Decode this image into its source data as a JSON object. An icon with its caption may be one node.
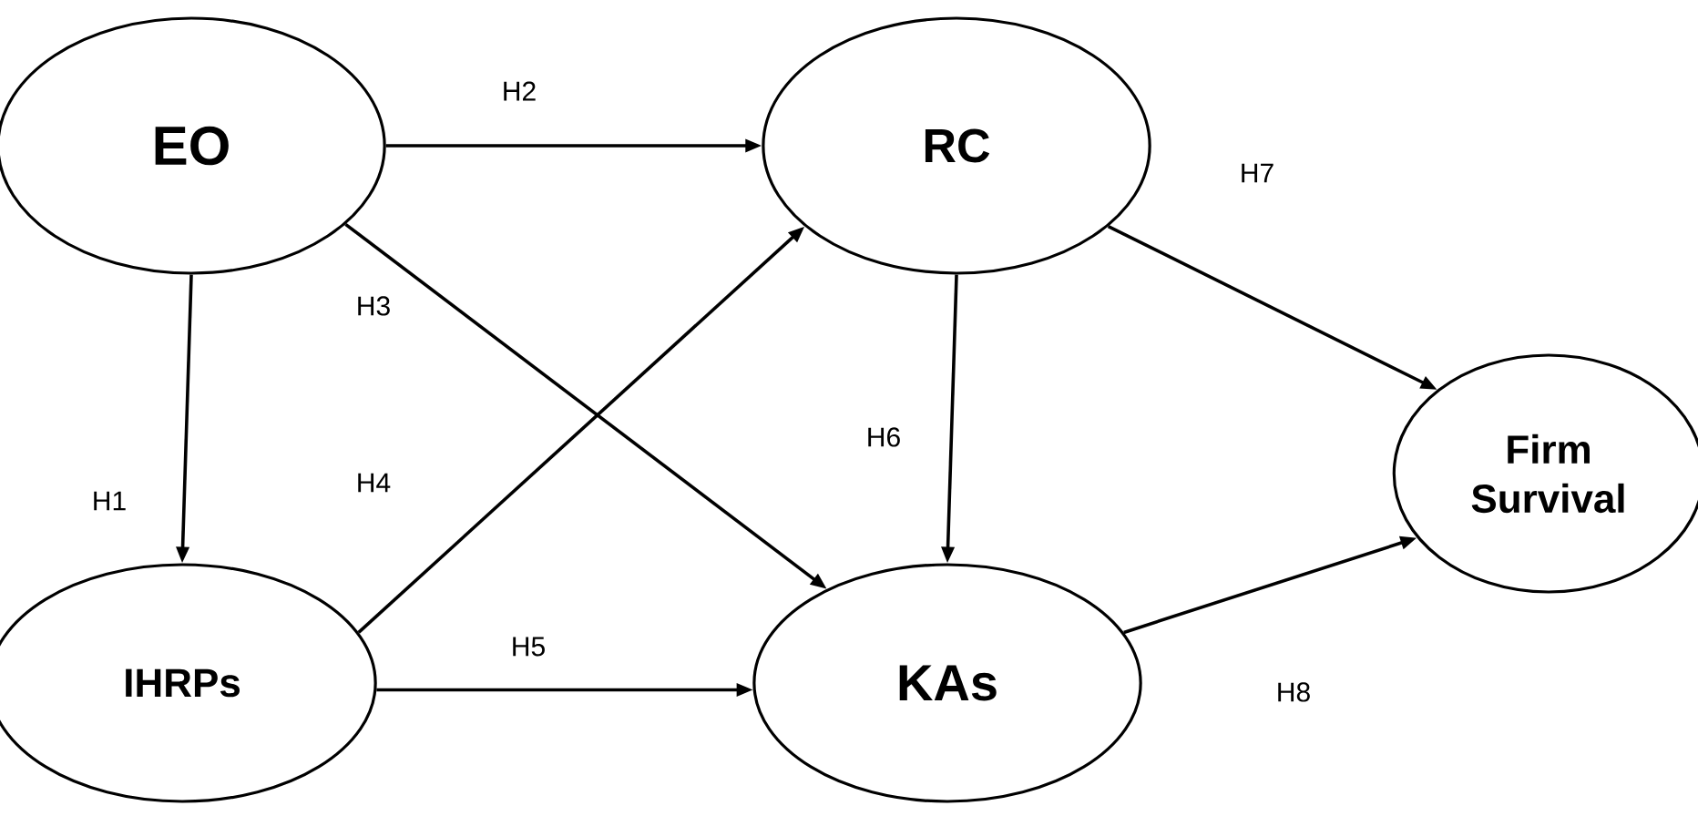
{
  "diagram": {
    "nodes": [
      {
        "text": [
          "EO"
        ]
      },
      {
        "text": [
          "RC"
        ]
      },
      {
        "text": [
          "Firm Survival"
        ]
      },
      {
        "text": [
          "IHRPs"
        ]
      },
      {
        "text": [
          "KAs"
        ]
      }
    ],
    "edges": [
      {
        "from": 0,
        "to": 1,
        "arrow": "to",
        "label": "H2"
      },
      {
        "from": 0,
        "to": 3,
        "arrow": "to",
        "label": "H1"
      },
      {
        "from": 0,
        "to": 4,
        "arrow": "to",
        "label": "H3"
      },
      {
        "from": 3,
        "to": 1,
        "arrow": "to",
        "label": "H4"
      },
      {
        "from": 3,
        "to": 4,
        "arrow": "to",
        "label": "H5"
      },
      {
        "from": 1,
        "to": 4,
        "arrow": "to",
        "label": "H6"
      },
      {
        "from": 1,
        "to": 2,
        "arrow": "to",
        "label": "H7"
      },
      {
        "from": 4,
        "to": 2,
        "arrow": "to",
        "label": "H8"
      }
    ]
  }
}
